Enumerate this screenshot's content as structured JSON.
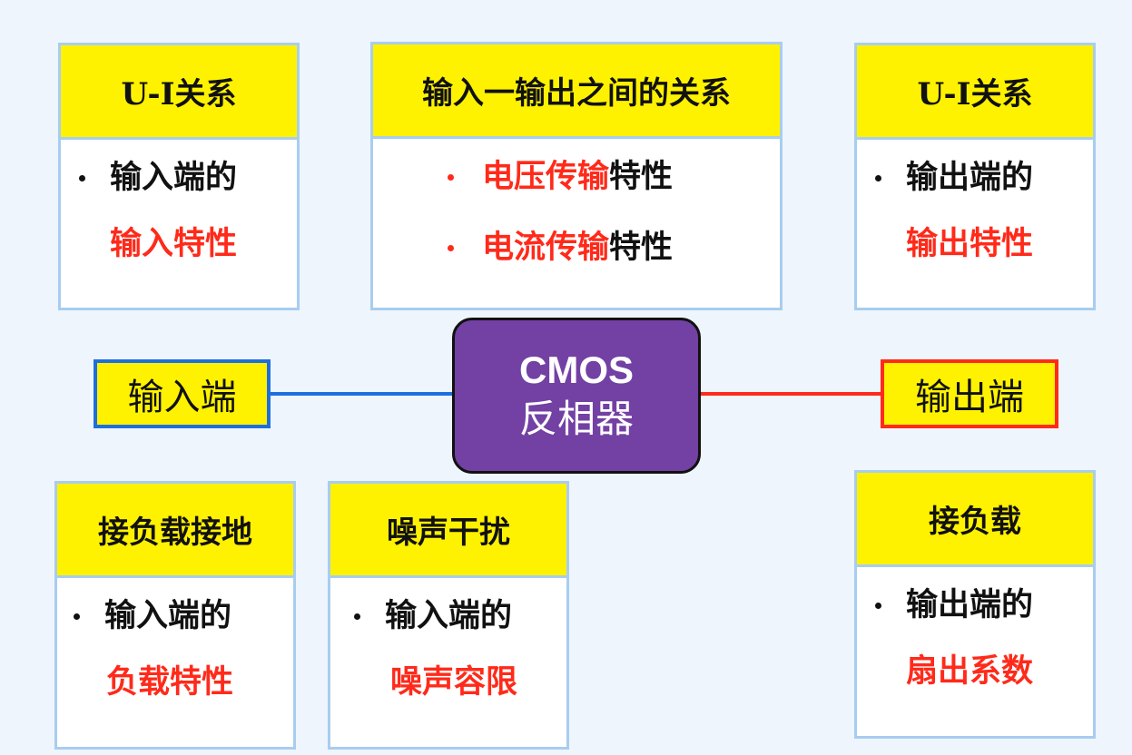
{
  "center": {
    "line1": "CMOS",
    "line2": "反相器"
  },
  "input_port": {
    "label": "输入端",
    "color": "#1d6fe0"
  },
  "output_port": {
    "label": "输出端",
    "color": "#ff2a1a"
  },
  "cards": {
    "ui_input": {
      "title": "U-I关系",
      "line1": "输入端的",
      "line2": "输入特性"
    },
    "io_relation": {
      "title": "输入一输出之间的关系",
      "item1_red": "电压传输",
      "item1_black": "特性",
      "item2_red": "电流传输",
      "item2_black": "特性"
    },
    "ui_output": {
      "title": "U-I关系",
      "line1": "输出端的",
      "line2": "输出特性"
    },
    "load_ground": {
      "title": "接负载接地",
      "line1": "输入端的",
      "line2": "负载特性"
    },
    "noise": {
      "title": "噪声干扰",
      "line1": "输入端的",
      "line2": "噪声容限"
    },
    "load": {
      "title": "接负载",
      "line1": "输出端的",
      "line2": "扇出系数"
    }
  }
}
